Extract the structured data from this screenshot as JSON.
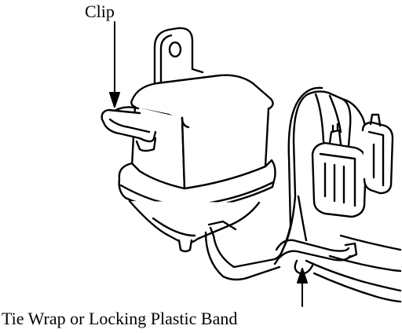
{
  "labels": {
    "clip": "Clip",
    "band": "Tie Wrap or Locking Plastic Band"
  },
  "parts": {
    "relay": "relay-housing",
    "clip": "mounting-clip",
    "harness": "wire-harness",
    "connectors": "harness-connectors",
    "band": "tie-wrap-band"
  },
  "colors": {
    "ink": "#000000",
    "paper": "#ffffff"
  }
}
